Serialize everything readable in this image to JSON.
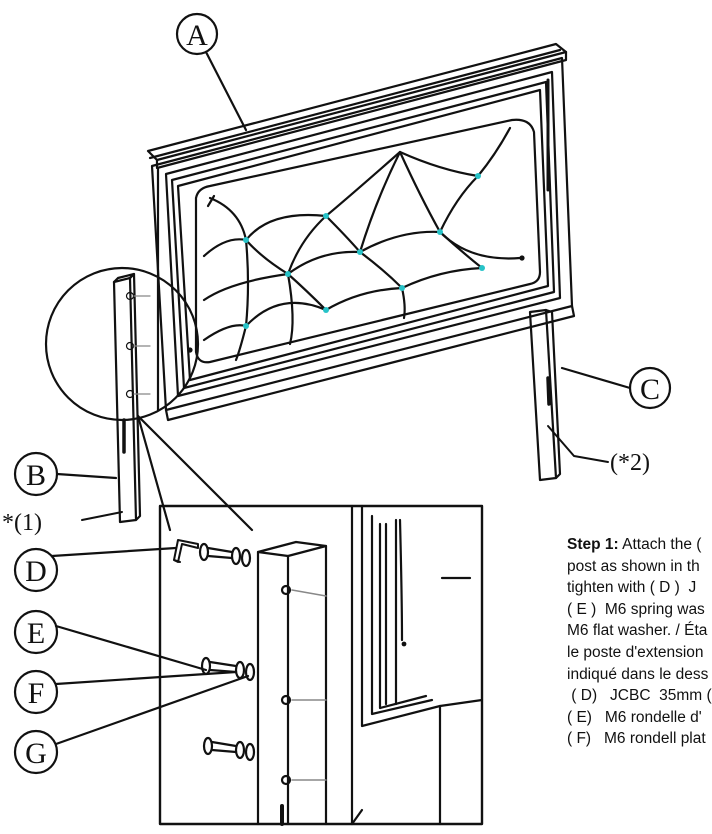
{
  "labels": {
    "a": "A",
    "b": "B",
    "c": "C",
    "d": "D",
    "e": "E",
    "f": "F",
    "g": "G"
  },
  "notes": {
    "note1": "*(1)",
    "note2": "(*2)"
  },
  "instructions": {
    "step_label": "Step 1:",
    "lines": [
      " Attach the (",
      "post as shown in th",
      "tighten with ( D )  J",
      "( E )  M6 spring was",
      "M6 flat washer. / Éta",
      "le poste d'extension",
      "indiqué dans le dess",
      " ( D)   JCBC  35mm (",
      "( E)   M6 rondelle d'",
      "( F)   M6 rondell plat"
    ]
  },
  "colors": {
    "line": "#111111",
    "tuft_accent": "#27c3c8",
    "background": "#ffffff"
  }
}
